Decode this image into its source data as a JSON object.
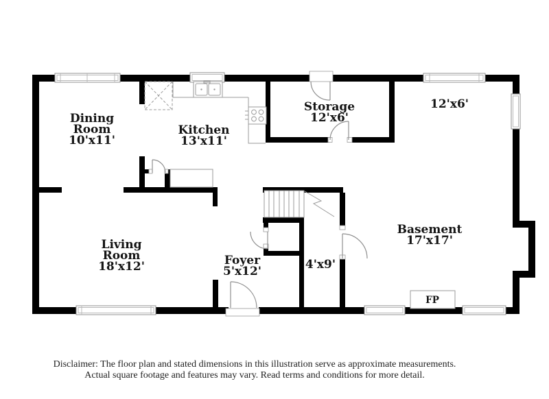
{
  "floor_plan": {
    "rooms": {
      "dining": {
        "line1": "Dining",
        "line2": "Room",
        "dims": "10'x11'"
      },
      "kitchen": {
        "line1": "Kitchen",
        "dims": "13'x11'"
      },
      "storage": {
        "line1": "Storage",
        "dims": "12'x6'"
      },
      "upper_right": {
        "dims": "12'x6'"
      },
      "living": {
        "line1": "Living",
        "line2": "Room",
        "dims": "18'x12'"
      },
      "foyer": {
        "line1": "Foyer",
        "dims": "5'x12'"
      },
      "small_room": {
        "dims": "4'x9'"
      },
      "basement": {
        "line1": "Basement",
        "dims": "17'x17'"
      }
    },
    "fireplace_label": "FP"
  },
  "disclaimer": {
    "line1": "Disclaimer: The floor plan and stated dimensions in this illustration serve as approximate measurements.",
    "line2": "Actual square footage and features may vary. Read terms and conditions for more detail."
  },
  "colors": {
    "wall": "#000000",
    "background": "#ffffff",
    "fixture_line": "#9a9a9a",
    "label_text": "#141414",
    "disclaimer_text": "#1e1e1e"
  }
}
